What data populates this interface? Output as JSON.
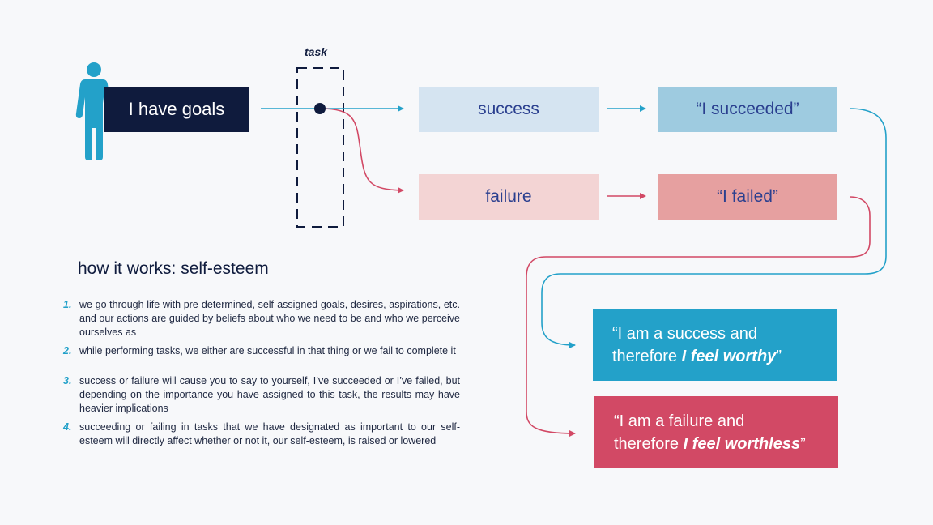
{
  "colors": {
    "navy": "#0f1b3d",
    "blue": "#23a1c9",
    "red": "#d24965",
    "success_bg": "#d5e4f1",
    "succeeded_bg": "#9ecbe0",
    "failure_bg": "#f3d4d4",
    "failed_bg": "#e6a0a0"
  },
  "icons": {
    "person": "person-icon"
  },
  "diagram": {
    "task_label": "task",
    "goals": "I have goals",
    "success": "success",
    "succeeded": "“I succeeded”",
    "failure": "failure",
    "failed": "“I failed”",
    "worthy": {
      "line1": "“I am a success and",
      "line2_prefix": "therefore ",
      "line2_bold": "I feel worthy",
      "line2_suffix": "”"
    },
    "worthless": {
      "line1": "“I am a failure and",
      "line2_prefix": "therefore ",
      "line2_bold": "I feel worthless",
      "line2_suffix": "”"
    }
  },
  "explanation": {
    "title": "how it works: self-esteem",
    "steps": [
      {
        "num": "1.",
        "text": "we go through life with pre-determined, self-assigned goals, desires, aspirations, etc. and our actions are guided by beliefs about who we need to be and who we perceive ourselves as"
      },
      {
        "num": "2.",
        "text": "while performing tasks, we either are successful in that thing or we fail to complete it"
      },
      {
        "num": "3.",
        "text": "success or failure will cause you to say to yourself, I’ve succeeded or I’ve failed, but depending on the importance you have assigned to this task, the results may have heavier implications"
      },
      {
        "num": "4.",
        "text": "succeeding or failing in tasks that we have designated as important to our self-esteem will directly affect whether or not it, our self-esteem, is raised or lowered"
      }
    ]
  }
}
